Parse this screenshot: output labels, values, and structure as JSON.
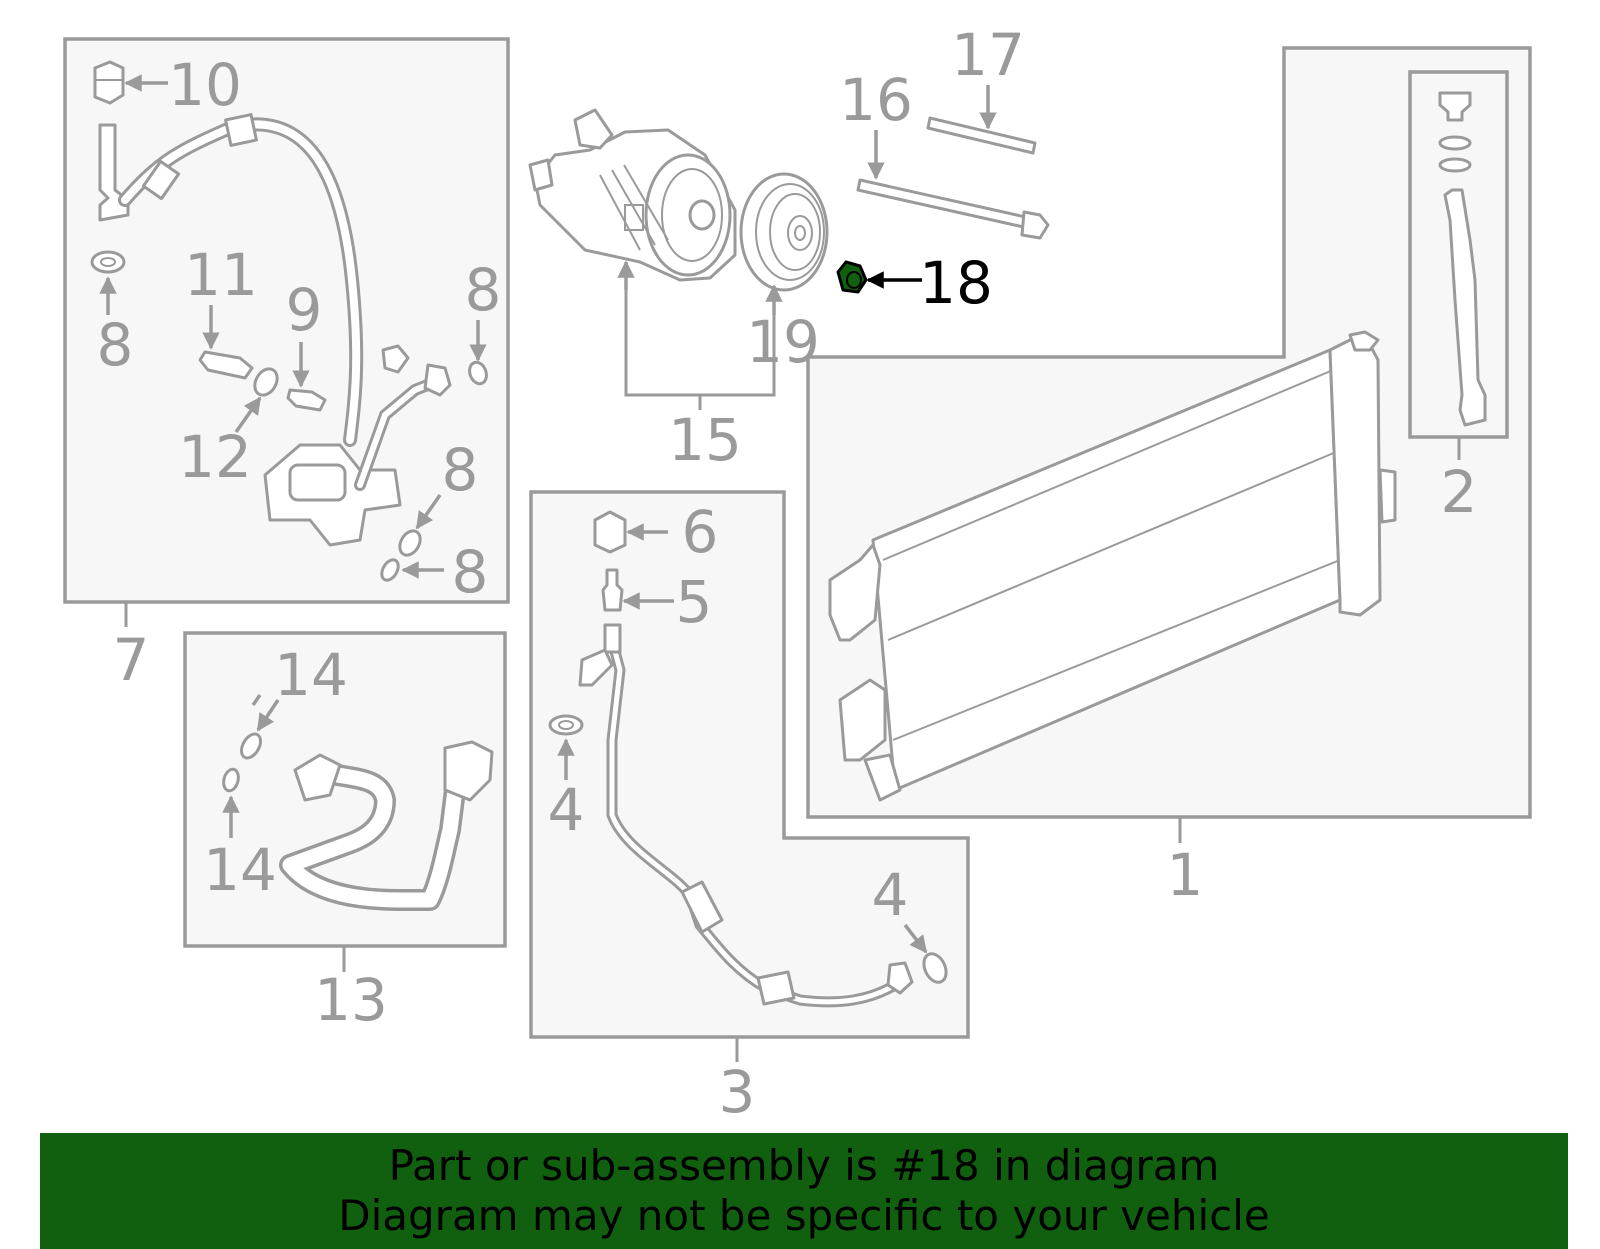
{
  "labels": {
    "l1": "1",
    "l2": "2",
    "l3": "3",
    "l4a": "4",
    "l4b": "4",
    "l5": "5",
    "l6": "6",
    "l7": "7",
    "l8a": "8",
    "l8b": "8",
    "l8c": "8",
    "l8d": "8",
    "l9": "9",
    "l10": "10",
    "l11": "11",
    "l12": "12",
    "l13": "13",
    "l14a": "14",
    "l14b": "14",
    "l15": "15",
    "l16": "16",
    "l17": "17",
    "l18": "18",
    "l19": "19"
  },
  "highlight": {
    "part": "18",
    "color": "#106010"
  },
  "banner": {
    "line1": "Part or sub-assembly is #18 in diagram",
    "line2": "Diagram may not be specific to your vehicle"
  },
  "colors": {
    "line": "#9a9a9a",
    "box_fill": "#f7f7f7",
    "banner": "#106010"
  }
}
